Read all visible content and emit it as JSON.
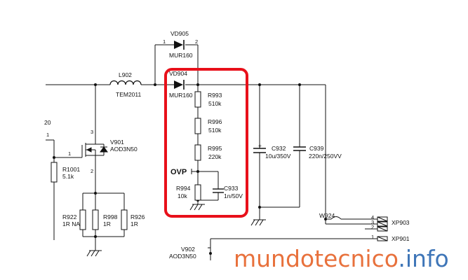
{
  "components": {
    "vd905": {
      "ref": "VD905",
      "part": "MUR160",
      "pin1": "1",
      "pin2": "2"
    },
    "vd904": {
      "ref": "VD904",
      "part": "MUR160"
    },
    "l902": {
      "ref": "L902",
      "part": "TEM2011"
    },
    "v901": {
      "ref": "V901",
      "part": "AOD3N50",
      "pin1": "1",
      "pin2": "2",
      "pin3": "3"
    },
    "r1001": {
      "ref": "R1001",
      "value": "5.1k"
    },
    "r922": {
      "ref": "R922",
      "value": "1R NA"
    },
    "r998": {
      "ref": "R998",
      "value": "1R"
    },
    "r926": {
      "ref": "R926",
      "value": "1R"
    },
    "r993": {
      "ref": "R993",
      "value": "510k"
    },
    "r996": {
      "ref": "R996",
      "value": "510k"
    },
    "r995": {
      "ref": "R995",
      "value": "220k"
    },
    "r994": {
      "ref": "R994",
      "value": "10k"
    },
    "c933": {
      "ref": "C933",
      "value": "1n/50V"
    },
    "c932": {
      "ref": "C932",
      "value": "10u/350V",
      "polarity": "+"
    },
    "c939": {
      "ref": "C939",
      "value": "220n/250VV"
    },
    "w924": {
      "ref": "W924"
    },
    "xp903": {
      "ref": "XP903"
    },
    "xp901": {
      "ref": "XP901"
    },
    "v902": {
      "ref": "V902",
      "part": "AOD3N50"
    }
  },
  "net_labels": {
    "ovp": "OVP",
    "left_net": "20",
    "left_pin1": "1"
  },
  "connector_pins": [
    "4",
    "3",
    "2",
    "1"
  ],
  "highlight_color": "#e8101a",
  "watermark": {
    "main": "mundotecnico",
    "suffix": ".info",
    "main_color": "#e8713c",
    "suffix_color": "#3f76b8"
  }
}
